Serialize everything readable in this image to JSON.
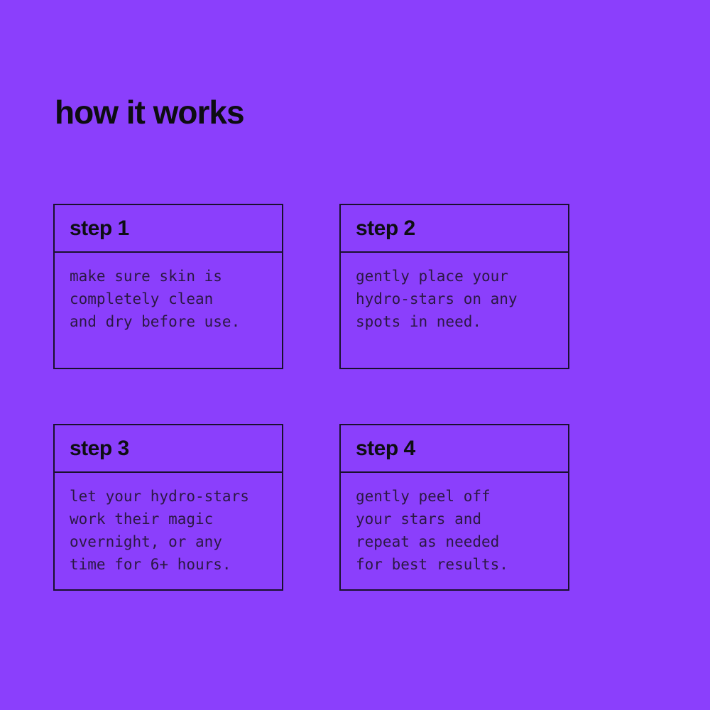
{
  "page": {
    "title": "how it works",
    "background_color": "#8b3ffc",
    "border_color": "#1a102e",
    "heading_color": "#0d0d12",
    "body_text_color": "#2b1843"
  },
  "steps": [
    {
      "label": "step 1",
      "lines": [
        "make sure skin is",
        "completely clean",
        "and dry before use."
      ]
    },
    {
      "label": "step 2",
      "lines": [
        "gently place your",
        "hydro-stars on any",
        "spots in need."
      ]
    },
    {
      "label": "step 3",
      "lines": [
        "let your hydro-stars",
        "work their magic",
        "overnight, or any",
        "time for 6+ hours."
      ]
    },
    {
      "label": "step 4",
      "lines": [
        "gently peel off",
        "your stars and",
        "repeat as needed",
        "for best results."
      ]
    }
  ]
}
